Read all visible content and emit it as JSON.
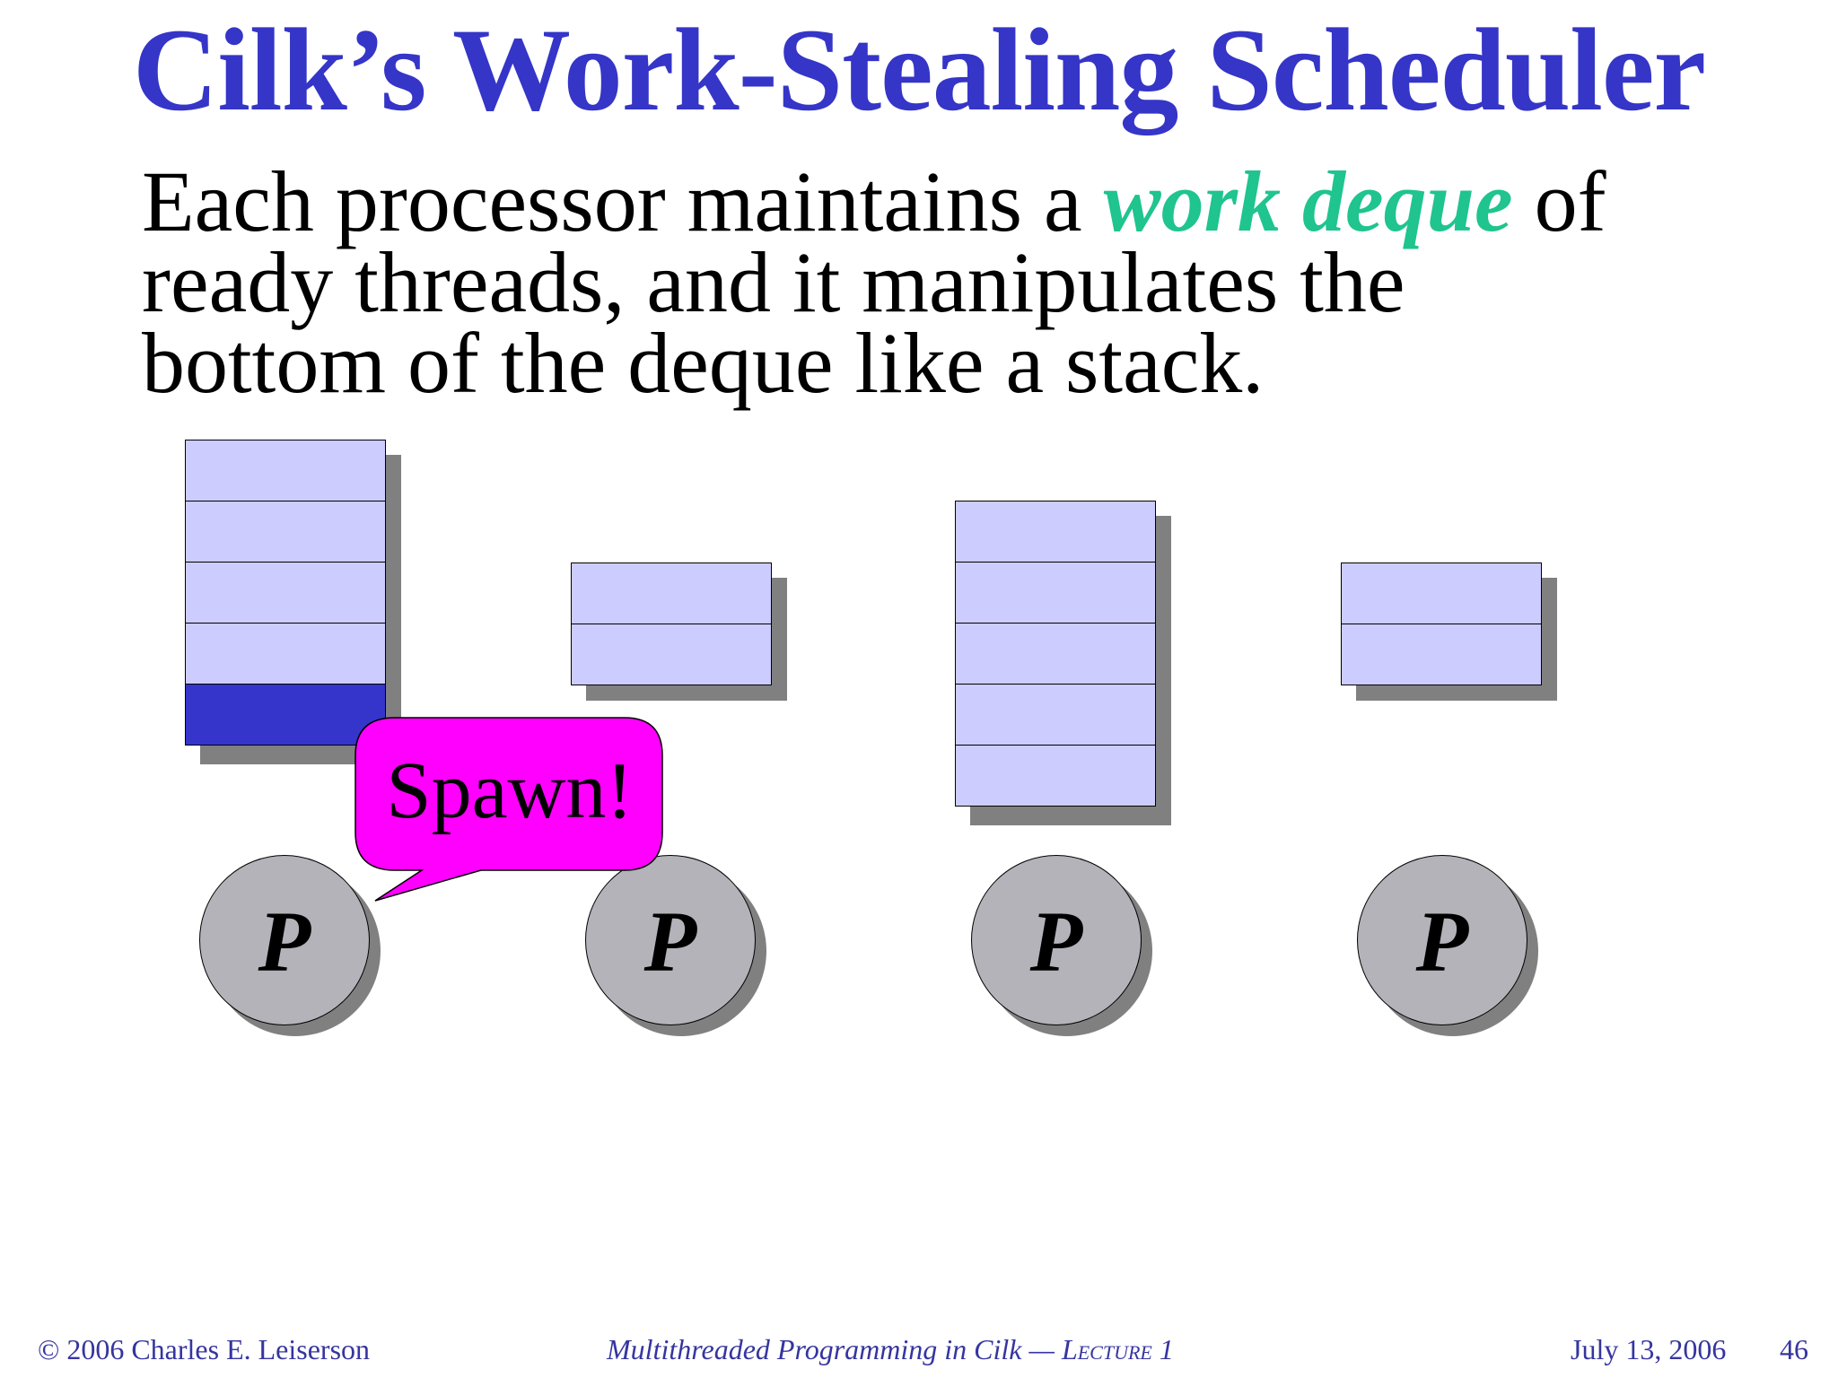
{
  "slide": {
    "title": "Cilk’s Work-Stealing Scheduler",
    "body": {
      "line1_prefix": "Each processor maintains a ",
      "line1_emphasis": "work deque",
      "line1_suffix": " of",
      "line2": "ready threads, and it manipulates the",
      "line3": "bottom of the deque like a stack."
    },
    "callout": "Spawn!",
    "processors": [
      {
        "label": "P",
        "deque_size": 5,
        "active_bottom": true
      },
      {
        "label": "P",
        "deque_size": 2,
        "active_bottom": false
      },
      {
        "label": "P",
        "deque_size": 5,
        "active_bottom": false
      },
      {
        "label": "P",
        "deque_size": 2,
        "active_bottom": false
      }
    ],
    "colors": {
      "title": "#3535c8",
      "emphasis": "#1fc48e",
      "slot": "#ccccff",
      "active_slot": "#3535cc",
      "processor": "#b3b3b9",
      "callout": "#ff00ff"
    }
  },
  "footer": {
    "copyright": "© 2006 Charles E. Leiserson",
    "course_prefix": "Multithreaded Programming in Cilk — ",
    "course_lecture": "Lecture 1",
    "date": "July 13, 2006",
    "page": "46"
  }
}
